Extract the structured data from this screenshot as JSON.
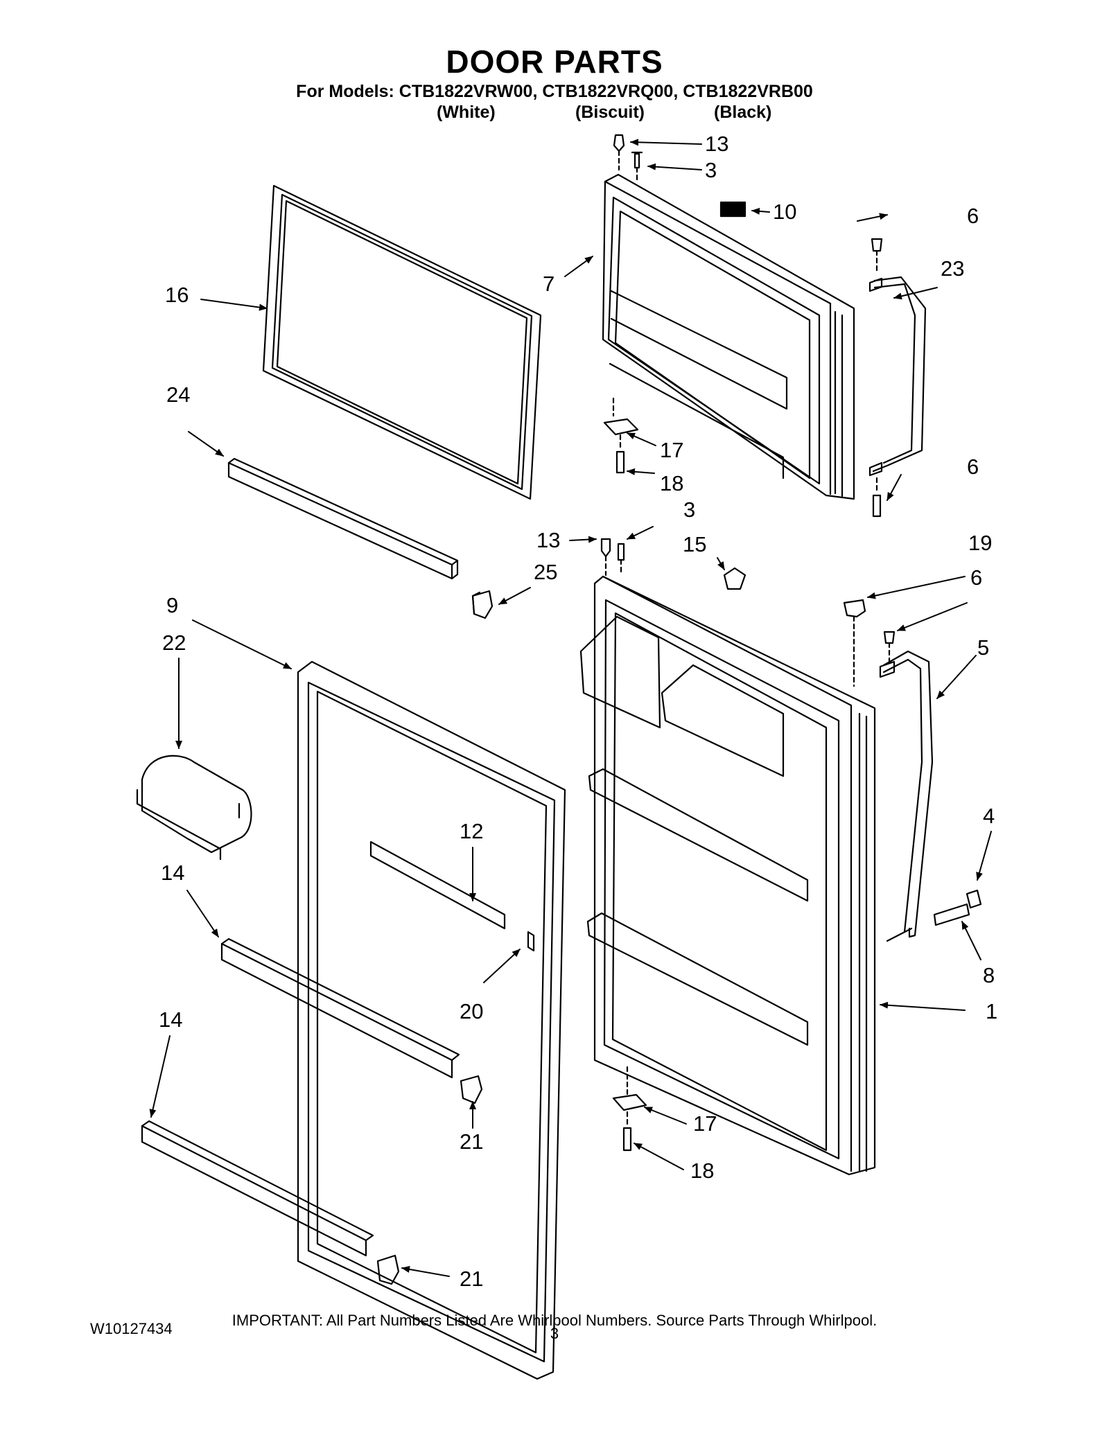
{
  "header": {
    "title": "DOOR PARTS",
    "models_line": "For Models: CTB1822VRW00, CTB1822VRQ00, CTB1822VRB00",
    "colors": [
      "(White)",
      "(Biscuit)",
      "(Black)"
    ]
  },
  "callouts": [
    {
      "id": "c13a",
      "label": "13"
    },
    {
      "id": "c3a",
      "label": "3"
    },
    {
      "id": "c10",
      "label": "10"
    },
    {
      "id": "c6a",
      "label": "6"
    },
    {
      "id": "c23",
      "label": "23"
    },
    {
      "id": "c7",
      "label": "7"
    },
    {
      "id": "c16",
      "label": "16"
    },
    {
      "id": "c24",
      "label": "24"
    },
    {
      "id": "c17a",
      "label": "17"
    },
    {
      "id": "c18a",
      "label": "18"
    },
    {
      "id": "c6b",
      "label": "6"
    },
    {
      "id": "c13b",
      "label": "13"
    },
    {
      "id": "c3b",
      "label": "3"
    },
    {
      "id": "c15",
      "label": "15"
    },
    {
      "id": "c19",
      "label": "19"
    },
    {
      "id": "c25",
      "label": "25"
    },
    {
      "id": "c6c",
      "label": "6"
    },
    {
      "id": "c9",
      "label": "9"
    },
    {
      "id": "c22",
      "label": "22"
    },
    {
      "id": "c5",
      "label": "5"
    },
    {
      "id": "c12",
      "label": "12"
    },
    {
      "id": "c4",
      "label": "4"
    },
    {
      "id": "c14a",
      "label": "14"
    },
    {
      "id": "c20",
      "label": "20"
    },
    {
      "id": "c8",
      "label": "8"
    },
    {
      "id": "c1",
      "label": "1"
    },
    {
      "id": "c14b",
      "label": "14"
    },
    {
      "id": "c17b",
      "label": "17"
    },
    {
      "id": "c21a",
      "label": "21"
    },
    {
      "id": "c18b",
      "label": "18"
    },
    {
      "id": "c21b",
      "label": "21"
    }
  ],
  "footer": {
    "note": "IMPORTANT: All Part Numbers Listed Are Whirlpool Numbers. Source Parts Through Whirlpool.",
    "doc_id": "W10127434",
    "page": "3"
  }
}
